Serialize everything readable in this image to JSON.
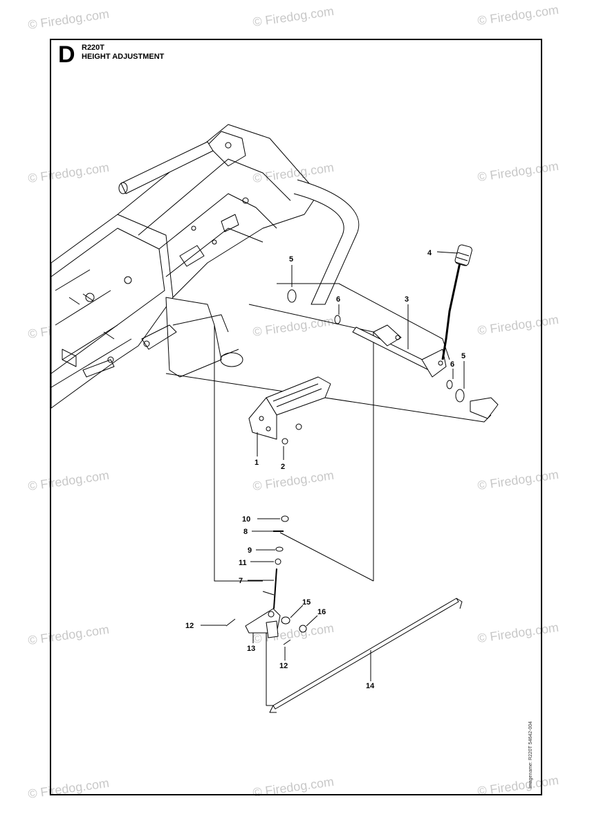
{
  "watermark": "© Firedog.com",
  "section_letter": "D",
  "model": "R220T",
  "title": "HEIGHT ADJUSTMENT",
  "side_text": "Imagename: R220T 54642-004",
  "callouts": [
    "1",
    "2",
    "3",
    "4",
    "5",
    "5",
    "6",
    "6",
    "7",
    "8",
    "9",
    "10",
    "11",
    "12",
    "12",
    "13",
    "14",
    "15",
    "16"
  ]
}
